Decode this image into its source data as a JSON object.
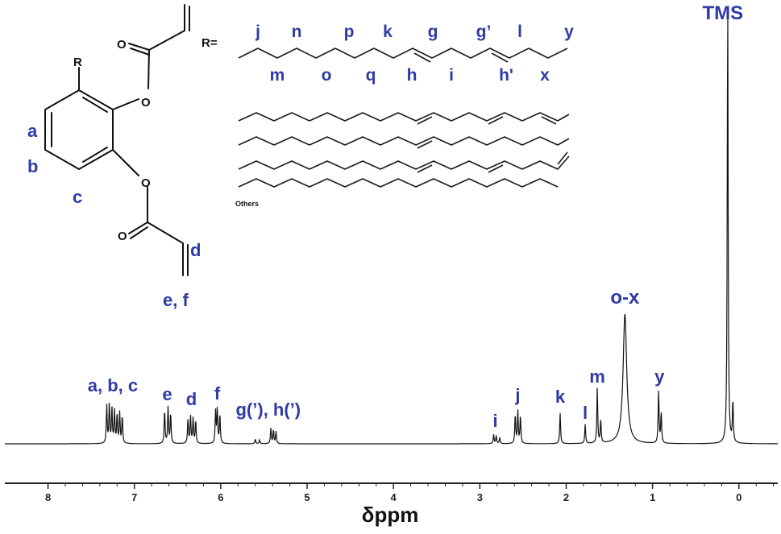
{
  "chart_data": {
    "type": "line",
    "xlabel": "δppm",
    "xlim": [
      8.5,
      -0.45
    ],
    "x_reversed": true,
    "ticks": [
      "8",
      "7",
      "6",
      "5",
      "4",
      "3",
      "2",
      "1",
      "0"
    ],
    "tick_values": [
      8,
      7,
      6,
      5,
      4,
      3,
      2,
      1,
      0
    ],
    "grid": false,
    "peaks": [
      {
        "ppm": 7.32,
        "height": 0.5
      },
      {
        "ppm": 7.29,
        "height": 0.52
      },
      {
        "ppm": 7.26,
        "height": 0.46
      },
      {
        "ppm": 7.23,
        "height": 0.43
      },
      {
        "ppm": 7.2,
        "height": 0.38
      },
      {
        "ppm": 7.17,
        "height": 0.4
      },
      {
        "ppm": 7.14,
        "height": 0.36
      },
      {
        "ppm": 6.65,
        "height": 0.44
      },
      {
        "ppm": 6.61,
        "height": 0.47
      },
      {
        "ppm": 6.58,
        "height": 0.4
      },
      {
        "ppm": 6.38,
        "height": 0.32
      },
      {
        "ppm": 6.35,
        "height": 0.36
      },
      {
        "ppm": 6.32,
        "height": 0.33
      },
      {
        "ppm": 6.29,
        "height": 0.3
      },
      {
        "ppm": 6.06,
        "height": 0.42
      },
      {
        "ppm": 6.04,
        "height": 0.44
      },
      {
        "ppm": 6.01,
        "height": 0.38
      },
      {
        "ppm": 5.6,
        "height": 0.06
      },
      {
        "ppm": 5.55,
        "height": 0.05
      },
      {
        "ppm": 5.42,
        "height": 0.2
      },
      {
        "ppm": 5.39,
        "height": 0.18
      },
      {
        "ppm": 5.36,
        "height": 0.16
      },
      {
        "ppm": 2.84,
        "height": 0.12
      },
      {
        "ppm": 2.81,
        "height": 0.1
      },
      {
        "ppm": 2.77,
        "height": 0.08
      },
      {
        "ppm": 2.59,
        "height": 0.38
      },
      {
        "ppm": 2.56,
        "height": 0.42
      },
      {
        "ppm": 2.53,
        "height": 0.36
      },
      {
        "ppm": 2.07,
        "height": 0.4
      },
      {
        "ppm": 1.78,
        "height": 0.25
      },
      {
        "ppm": 1.64,
        "height": 0.72
      },
      {
        "ppm": 1.6,
        "height": 0.3
      },
      {
        "ppm": 1.32,
        "height": 1.7
      },
      {
        "ppm": 0.93,
        "height": 0.7
      },
      {
        "ppm": 0.9,
        "height": 0.4
      },
      {
        "ppm": 0.13,
        "height": 5.9
      },
      {
        "ppm": 0.07,
        "height": 0.55
      }
    ],
    "annotations": [
      {
        "text": "a, b, c",
        "ppm": 7.25
      },
      {
        "text": "e",
        "ppm": 6.62
      },
      {
        "text": "d",
        "ppm": 6.34
      },
      {
        "text": "f",
        "ppm": 6.04
      },
      {
        "text": "g(’), h(’)",
        "ppm": 5.45
      },
      {
        "text": "i",
        "ppm": 2.82
      },
      {
        "text": "j",
        "ppm": 2.56
      },
      {
        "text": "k",
        "ppm": 2.07
      },
      {
        "text": "l",
        "ppm": 1.78
      },
      {
        "text": "m",
        "ppm": 1.64
      },
      {
        "text": "o-x",
        "ppm": 1.32
      },
      {
        "text": "y",
        "ppm": 0.92
      },
      {
        "text": "TMS",
        "ppm": 0.13
      }
    ]
  },
  "structure": {
    "atom_labels": {
      "carbonyl_o_top": "O",
      "ester_o_top": "O",
      "ester_o_bottom": "O",
      "carbonyl_o_bottom": "O",
      "r_substituent": "R"
    },
    "proton_labels": {
      "a": "a",
      "b": "b",
      "c": "c",
      "d": "d",
      "ef": "e, f"
    },
    "r_definition": "R=",
    "chain_labels_top": [
      "j",
      "n",
      "p",
      "k",
      "g",
      "g’",
      "l",
      "y"
    ],
    "chain_labels_bottom": [
      "m",
      "o",
      "q",
      "h",
      "i",
      "h'",
      "x"
    ],
    "others_label": "Others"
  }
}
